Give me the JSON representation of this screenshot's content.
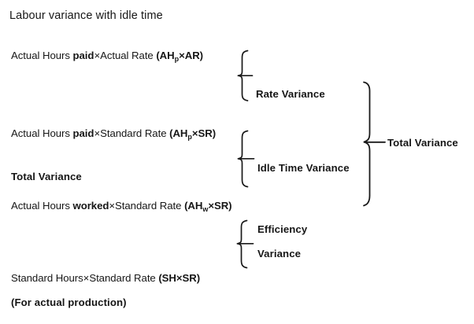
{
  "diagram": {
    "title": "Labour variance with idle time",
    "type": "bracket-hierarchy",
    "rows": [
      {
        "id": "ahp-ar",
        "prefix": "Actual Hours ",
        "bold_word": "paid",
        "middle": "×Actual Rate ",
        "formula_open": "(AH",
        "formula_sub": "p",
        "formula_close": "×AR)"
      },
      {
        "id": "ahp-sr",
        "prefix": "Actual Hours ",
        "bold_word": "paid",
        "middle": "×Standard Rate ",
        "formula_open": "(AH",
        "formula_sub": "p",
        "formula_close": "×SR)"
      },
      {
        "id": "ahw-sr",
        "prefix": "Actual Hours ",
        "bold_word": "worked",
        "middle": "×Standard Rate ",
        "formula_open": "(AH",
        "formula_sub": "w",
        "formula_close": "×SR)"
      },
      {
        "id": "sh-sr",
        "prefix": "Standard Hours",
        "bold_word": "",
        "middle": "×Standard Rate ",
        "formula_open": "(SH",
        "formula_sub": "",
        "formula_close": "×SR)"
      }
    ],
    "left_label_total_variance": "Total Variance",
    "footnote": "(For actual production)",
    "brace_labels": {
      "rate_variance": "Rate Variance",
      "idle_time_variance": "Idle Time Variance",
      "efficiency": "Efficiency",
      "variance": "Variance",
      "total_variance": "Total Variance"
    },
    "colors": {
      "ink": "#161616",
      "stroke": "#1a1a1a",
      "background": "#ffffff"
    }
  }
}
